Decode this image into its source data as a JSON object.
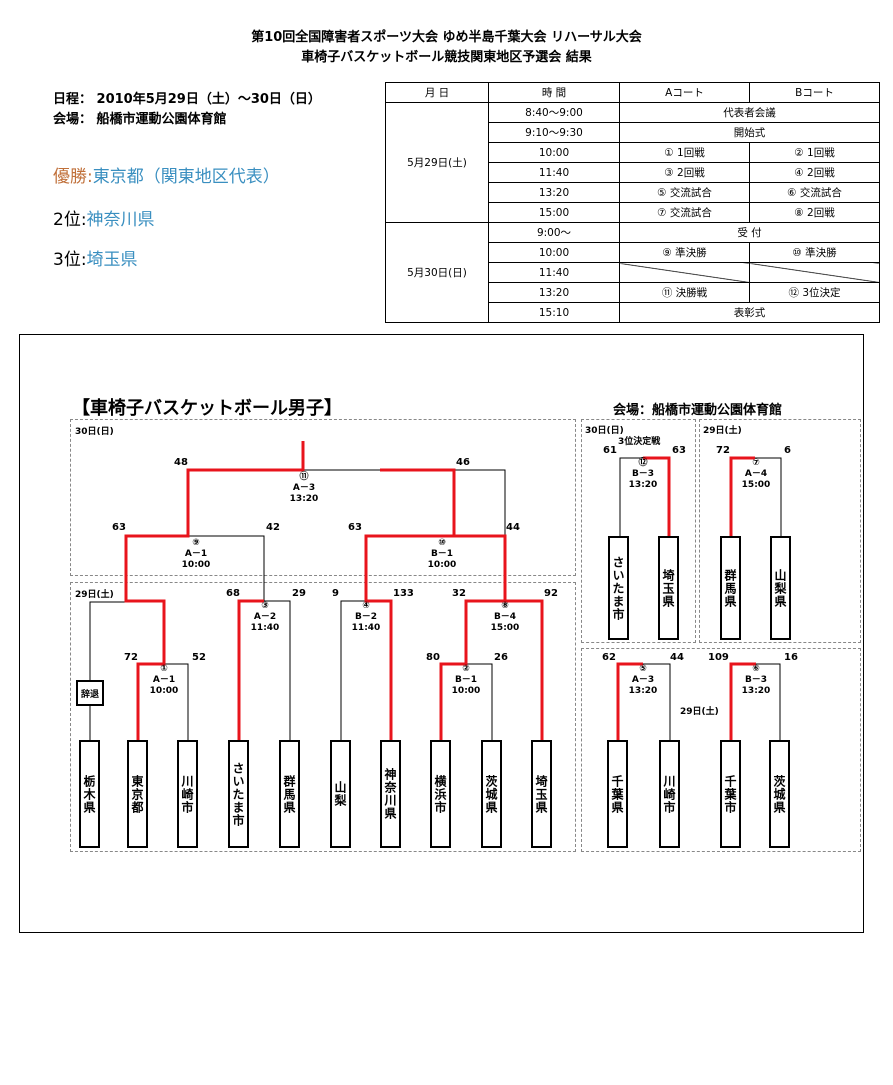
{
  "header": {
    "line1": "第10回全国障害者スポーツ大会 ゆめ半島千葉大会 リハーサル大会",
    "line2": "車椅子バスケットボール競技関東地区予選会 結果"
  },
  "info": {
    "date": "日程： 2010年5月29日（土）～30日（日）",
    "venue": "会場： 船橋市運動公園体育館"
  },
  "results": {
    "first_label": "優勝:",
    "first_value": "東京都（関東地区代表）",
    "second_label": "2位:",
    "second_value": "神奈川県",
    "third_label": "3位:",
    "third_value": "埼玉県"
  },
  "schedule": {
    "headers": [
      "月 日",
      "時 間",
      "Aコート",
      "Bコート"
    ],
    "day1": "5月29日(土)",
    "day2": "5月30日(日)",
    "rows": [
      {
        "time": "8:40～9:00",
        "merged": "代表者会議"
      },
      {
        "time": "9:10～9:30",
        "merged": "開始式"
      },
      {
        "time": "10:00",
        "a": "① 1回戦",
        "b": "② 1回戦"
      },
      {
        "time": "11:40",
        "a": "③ 2回戦",
        "b": "④ 2回戦"
      },
      {
        "time": "13:20",
        "a": "⑤ 交流試合",
        "b": "⑥ 交流試合"
      },
      {
        "time": "15:00",
        "a": "⑦ 交流試合",
        "b": "⑧ 2回戦"
      },
      {
        "time": "9:00～",
        "merged": "受 付"
      },
      {
        "time": "10:00",
        "a": "⑨ 準決勝",
        "b": "⑩ 準決勝"
      },
      {
        "time": "11:40",
        "a": "",
        "b": ""
      },
      {
        "time": "13:20",
        "a": "⑪ 決勝戦",
        "b": "⑫ 3位決定"
      },
      {
        "time": "15:10",
        "merged": "表彰式"
      }
    ]
  },
  "bracket": {
    "title": "【車椅子バスケットボール男子】",
    "venue": "会場：船橋市運動公園体育館",
    "day30": "30日(日)",
    "day29": "29日(土)",
    "third_place": "3位決定戦",
    "bye": "辞退",
    "teams_main": [
      "栃木県",
      "東京都",
      "川崎市",
      "さいたま市",
      "群馬県",
      "山梨",
      "神奈川県",
      "横浜市",
      "茨城県",
      "埼玉県"
    ],
    "teams_side": [
      "さいたま市",
      "埼玉県",
      "群馬県",
      "山梨県",
      "千葉県",
      "川崎市",
      "千葉市",
      "茨城県"
    ],
    "matches": {
      "m1": {
        "no": "①",
        "court": "A－1",
        "time": "10:00",
        "l": "72",
        "r": "52"
      },
      "m2": {
        "no": "②",
        "court": "B－1",
        "time": "10:00",
        "l": "80",
        "r": "26"
      },
      "m3": {
        "no": "③",
        "court": "A－2",
        "time": "11:40",
        "l": "68",
        "r": "29"
      },
      "m4": {
        "no": "④",
        "court": "B－2",
        "time": "11:40",
        "l": "9",
        "r": "133"
      },
      "m5": {
        "no": "⑤",
        "court": "A－3",
        "time": "13:20",
        "l": "62",
        "r": "44"
      },
      "m6": {
        "no": "⑥",
        "court": "B－3",
        "time": "13:20",
        "l": "109",
        "r": "16"
      },
      "m7": {
        "no": "⑦",
        "court": "A－4",
        "time": "15:00",
        "l": "72",
        "r": "6"
      },
      "m8": {
        "no": "⑧",
        "court": "B－4",
        "time": "15:00",
        "l": "32",
        "r": "92"
      },
      "m9": {
        "no": "⑨",
        "court": "A－1",
        "time": "10:00",
        "l": "63",
        "r": "42"
      },
      "m10": {
        "no": "⑩",
        "court": "B－1",
        "time": "10:00",
        "l": "63",
        "r": "44"
      },
      "m11": {
        "no": "⑪",
        "court": "A－3",
        "time": "13:20",
        "l": "48",
        "r": "46"
      },
      "m12": {
        "no": "⑫",
        "court": "B－3",
        "time": "13:20",
        "l": "61",
        "r": "63"
      }
    }
  },
  "colors": {
    "win_line": "#e8141c",
    "winner_label": "#c0703a",
    "result_value": "#3a8fc0"
  }
}
